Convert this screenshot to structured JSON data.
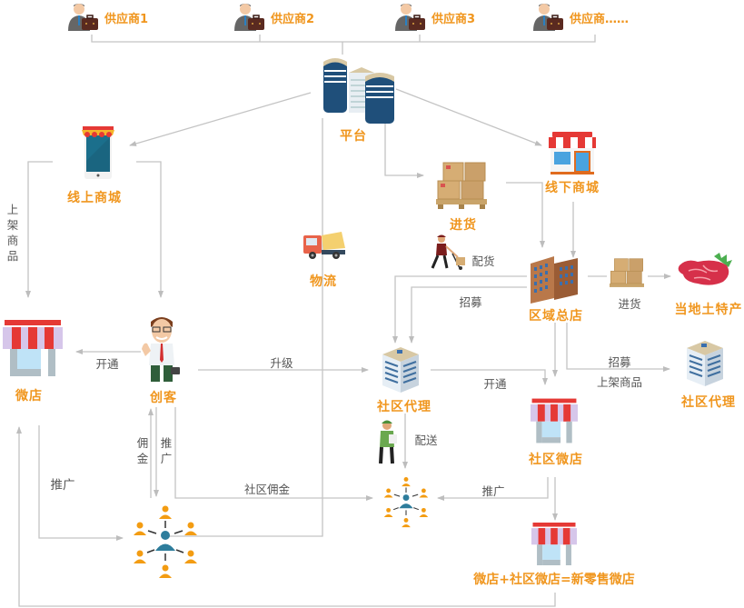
{
  "colors": {
    "label": "#f0961e",
    "edge_text": "#555555",
    "line": "#bdbdbd",
    "awning_red": "#e53935",
    "awning_lilac": "#d6c6ea",
    "person_orange": "#f39c12",
    "person_blue": "#2e7d9c"
  },
  "suppliers": [
    {
      "label": "供应商1",
      "icon": "businessman-briefcase-icon"
    },
    {
      "label": "供应商2",
      "icon": "businessman-briefcase-icon"
    },
    {
      "label": "供应商3",
      "icon": "businessman-briefcase-icon"
    },
    {
      "label": "供应商……",
      "icon": "businessman-briefcase-icon"
    }
  ],
  "nodes": {
    "platform": {
      "label": "平台",
      "icon": "office-buildings-icon"
    },
    "online_mall": {
      "label": "线上商城",
      "icon": "smartphone-shop-icon"
    },
    "offline_mall": {
      "label": "线下商城",
      "icon": "shop-storefront-icon"
    },
    "purchase": {
      "label": "进货",
      "icon": "cardboard-boxes-pallet-icon"
    },
    "logistics": {
      "label": "物流",
      "icon": "delivery-truck-icon"
    },
    "regional_hq": {
      "label": "区域总店",
      "icon": "apartment-building-icon"
    },
    "local_specialty": {
      "label": "当地土特产",
      "icon": "meat-steak-icon"
    },
    "micro_store": {
      "label": "微店",
      "icon": "storefront-awning-icon"
    },
    "maker": {
      "label": "创客",
      "icon": "businessman-thumbs-up-icon"
    },
    "community_agent": {
      "label": "社区代理",
      "icon": "office-tower-icon"
    },
    "community_agent_2": {
      "label": "社区代理",
      "icon": "office-tower-icon"
    },
    "community_store": {
      "label": "社区微店",
      "icon": "storefront-awning-icon"
    },
    "new_retail_store": {
      "label": "微店+社区微店=新零售微店",
      "icon": "storefront-awning-icon"
    }
  },
  "edge_labels": {
    "list_goods_vertical": "上架商品",
    "distribute_goods": "配货",
    "recruit_left": "招募",
    "purchase_small": "进货",
    "open_left": "开通",
    "upgrade": "升级",
    "open_mid": "开通",
    "recruit_right": "招募",
    "list_goods_right": "上架商品",
    "deliver": "配送",
    "commission_vertical": "佣金",
    "promote_vertical": "推广",
    "promote_left": "推广",
    "community_commission": "社区佣金",
    "promote_right": "推广"
  }
}
